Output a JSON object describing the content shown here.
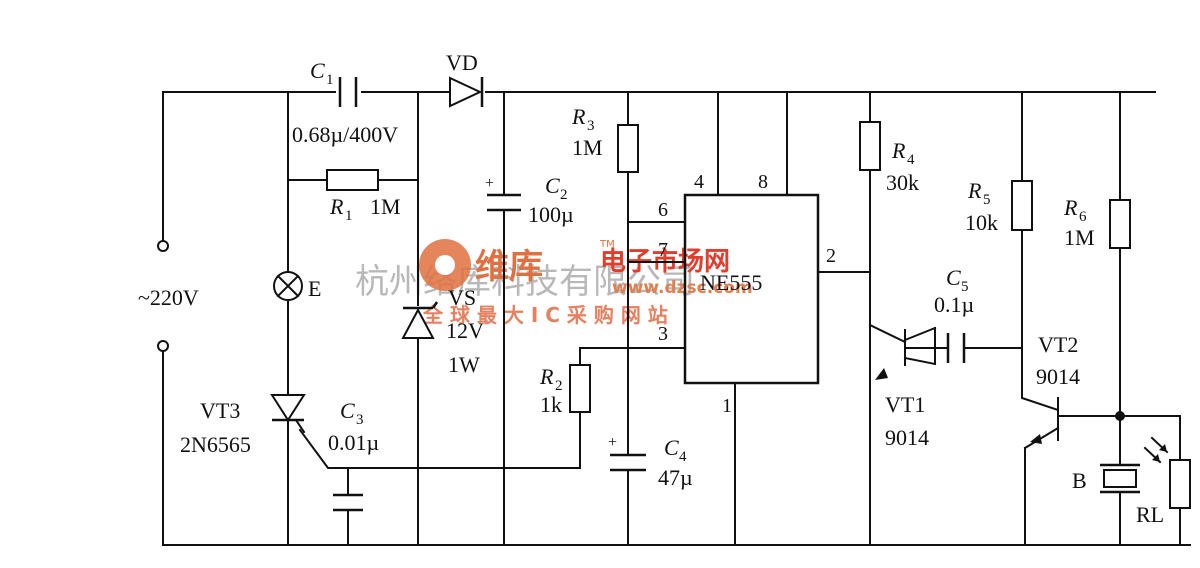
{
  "labels": {
    "c1": "C",
    "c1_sub": "1",
    "c1_value": "0.68µ/400V",
    "vd": "VD",
    "r1": "R",
    "r1_sub": "1",
    "r1_value": "1M",
    "supply": "~220V",
    "lamp": "E",
    "c2": "C",
    "c2_sub": "2",
    "c2_value": "100µ",
    "vs": "VS",
    "vs_v": "12V",
    "vs_w": "1W",
    "r3": "R",
    "r3_sub": "3",
    "r3_value": "1M",
    "ic": "NE555",
    "pin4": "4",
    "pin8": "8",
    "pin6": "6",
    "pin7": "7",
    "pin3": "3",
    "pin2": "2",
    "pin1": "1",
    "r2": "R",
    "r2_sub": "2",
    "r2_value": "1k",
    "c4": "C",
    "c4_sub": "4",
    "c4_value": "47µ",
    "vt3": "VT3",
    "vt3_part": "2N6565",
    "c3": "C",
    "c3_sub": "3",
    "c3_value": "0.01µ",
    "r4": "R",
    "r4_sub": "4",
    "r4_value": "30k",
    "c5": "C",
    "c5_sub": "5",
    "c5_value": "0.1µ",
    "vt1": "VT1",
    "vt1_part": "9014",
    "r5": "R",
    "r5_sub": "5",
    "r5_value": "10k",
    "r6": "R",
    "r6_sub": "6",
    "r6_value": "1M",
    "vt2": "VT2",
    "vt2_part": "9014",
    "buzzer": "B",
    "rl": "RL",
    "plus": "+"
  },
  "watermark": {
    "company": "杭州络库科技有限公司",
    "brand": "维库",
    "tm": "TM",
    "tagline": "电子市场网",
    "url": "www.dzsc.com",
    "slogan": "全 球 最 大 I C 采 购 网 站"
  },
  "colors": {
    "ink": "#111111",
    "watermark_grey": "#b8b8b8",
    "watermark_red": "#e23c2c",
    "watermark_orange": "#e07040"
  }
}
